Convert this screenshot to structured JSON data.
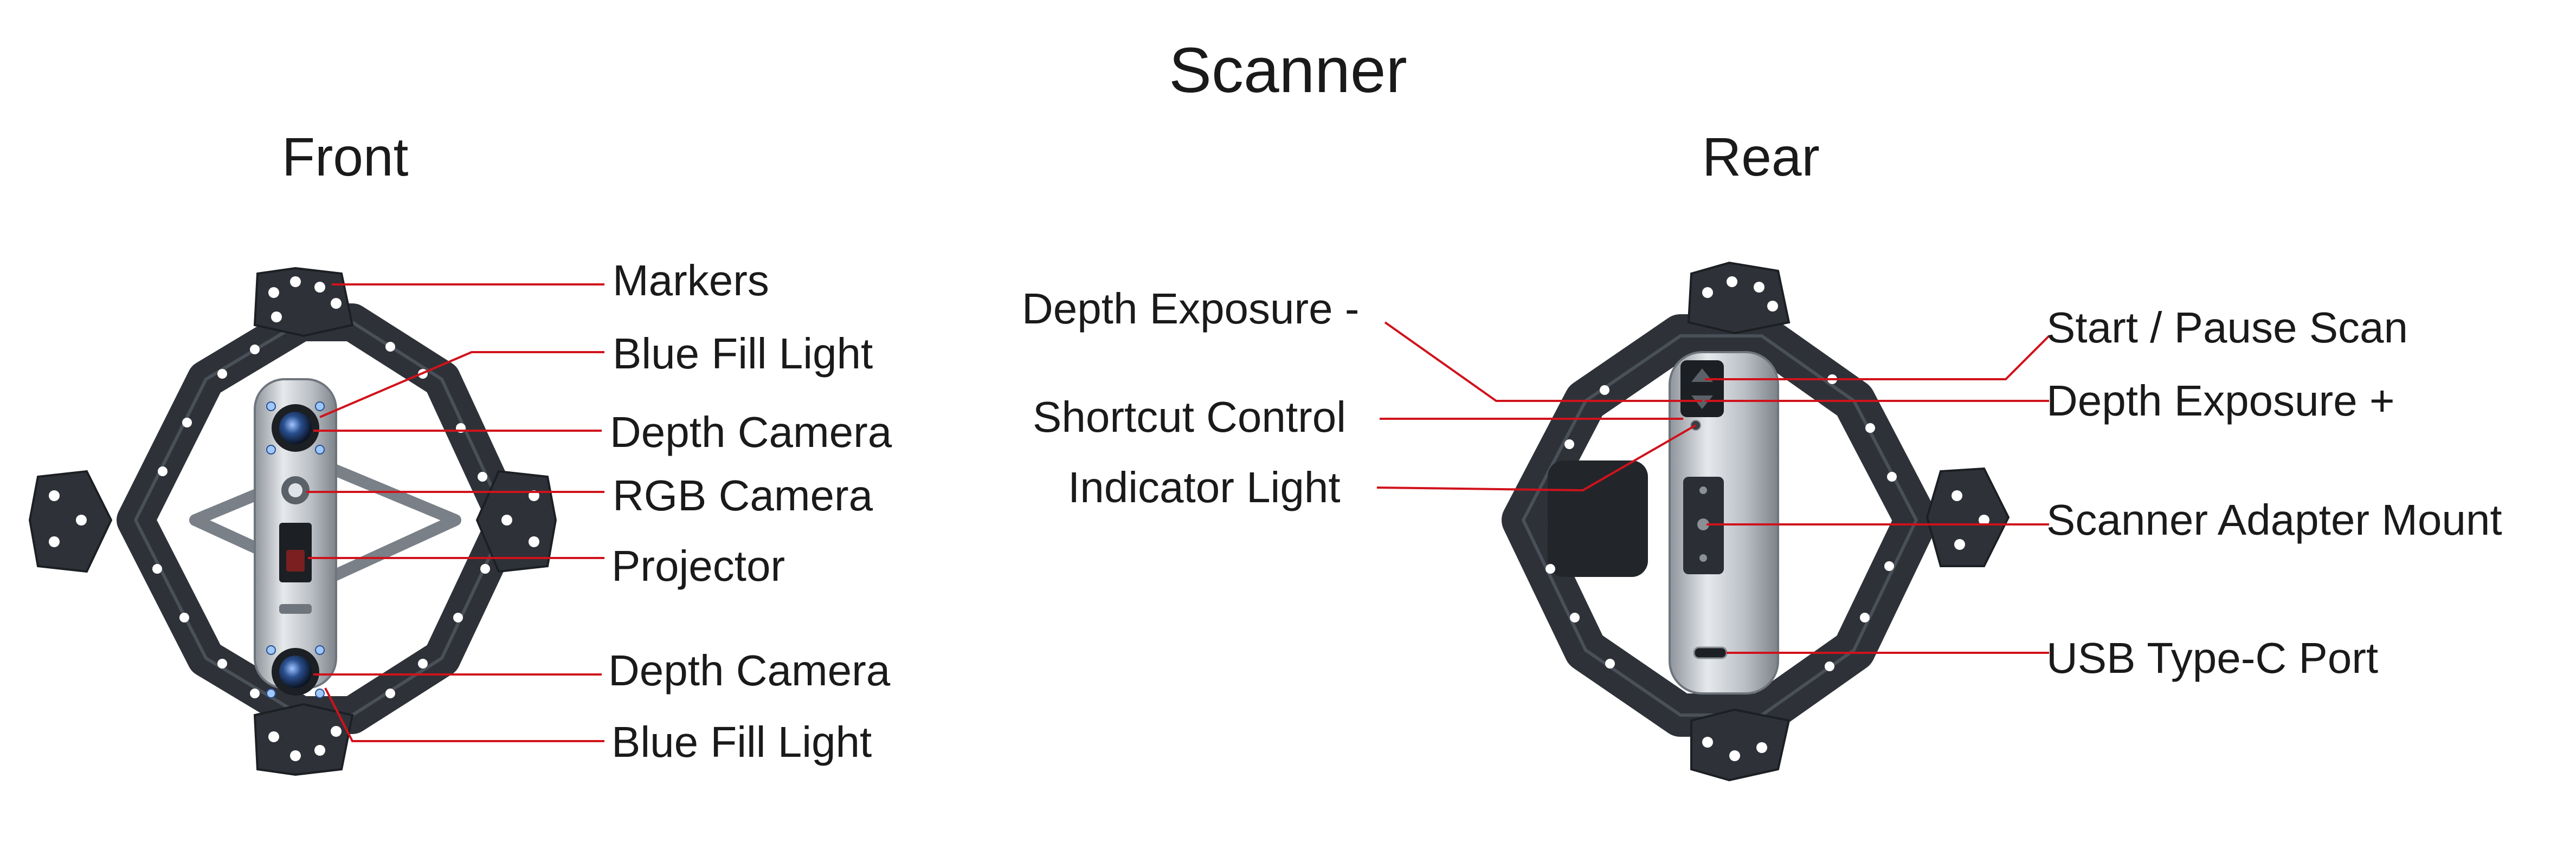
{
  "title": "Scanner",
  "front": {
    "heading": "Front",
    "labels": {
      "markers": "Markers",
      "blue_fill_light_top": "Blue Fill Light",
      "depth_camera_top": "Depth Camera",
      "rgb_camera": "RGB Camera",
      "projector": "Projector",
      "depth_camera_bottom": "Depth Camera",
      "blue_fill_light_bottom": "Blue Fill Light"
    }
  },
  "rear": {
    "heading": "Rear",
    "labels": {
      "depth_exposure_minus": "Depth Exposure -",
      "shortcut_control": "Shortcut Control",
      "indicator_light": "Indicator Light",
      "start_pause_scan": "Start / Pause Scan",
      "depth_exposure_plus": "Depth Exposure +",
      "scanner_adapter_mount": "Scanner Adapter Mount",
      "usb_type_c_port": "USB Type-C Port"
    }
  },
  "colors": {
    "leader_line": "#d0121b",
    "frame_dark": "#2e3238",
    "frame_edge": "#4a5058",
    "metal": "#c3c7cc",
    "marker_dot": "#ffffff"
  }
}
